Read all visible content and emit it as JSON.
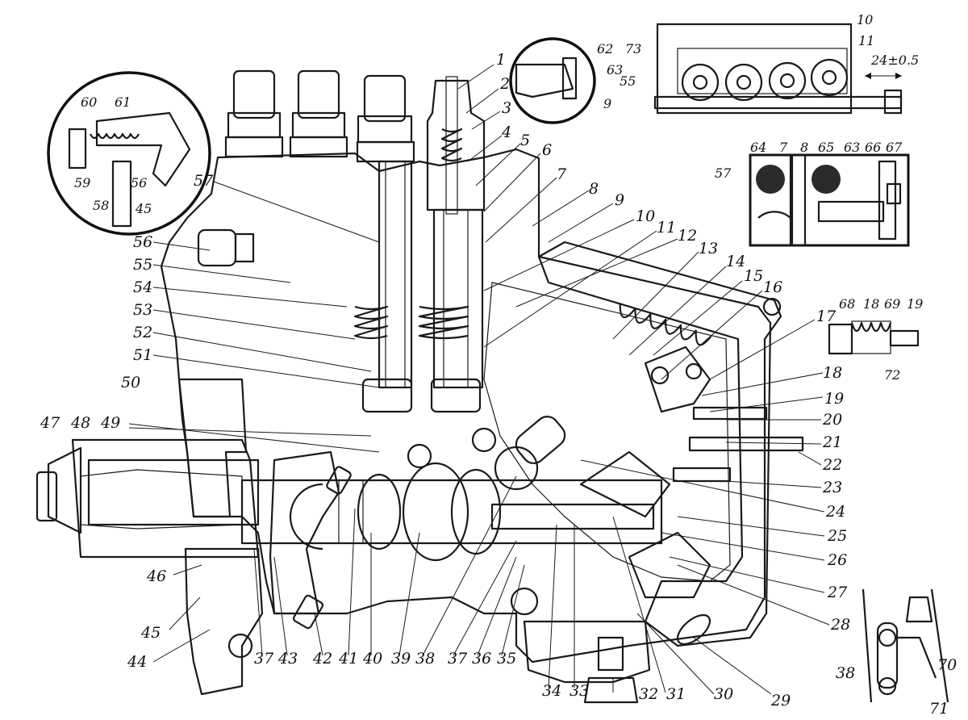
{
  "callout_numbers": [
    "1",
    "2",
    "3",
    "4",
    "5",
    "6",
    "7",
    "8",
    "9",
    "10",
    "11",
    "12",
    "13",
    "14",
    "15",
    "16",
    "17",
    "18",
    "19",
    "20",
    "21",
    "22",
    "23",
    "24",
    "25",
    "26",
    "27",
    "28",
    "29",
    "30",
    "31",
    "32",
    "33",
    "34",
    "35",
    "36",
    "37",
    "38",
    "39",
    "40",
    "41",
    "42",
    "43",
    "44",
    "45",
    "46",
    "47",
    "48",
    "49",
    "50",
    "51",
    "52",
    "53",
    "54",
    "55",
    "56",
    "57",
    "58",
    "59",
    "60",
    "61",
    "62",
    "63",
    "64",
    "65",
    "66",
    "67",
    "68",
    "69",
    "70",
    "71",
    "72",
    "73"
  ],
  "dimension": "24±0.5",
  "detail_views": [
    {
      "name": "inset-pressure-valve",
      "labels": [
        "60",
        "61",
        "59",
        "58",
        "56",
        "45"
      ]
    },
    {
      "name": "inset-plunger-top",
      "labels": [
        "62",
        "63",
        "9"
      ]
    },
    {
      "name": "inset-rack-top",
      "labels": [
        "73",
        "10",
        "11",
        "55",
        "24±0.5"
      ]
    },
    {
      "name": "inset-rack-section",
      "labels": [
        "64",
        "7",
        "8",
        "65",
        "63",
        "66",
        "67",
        "57"
      ]
    },
    {
      "name": "inset-adjust-screw",
      "labels": [
        "68",
        "18",
        "69",
        "19",
        "72"
      ]
    },
    {
      "name": "inset-lever",
      "labels": [
        "38",
        "70",
        "71"
      ]
    }
  ]
}
